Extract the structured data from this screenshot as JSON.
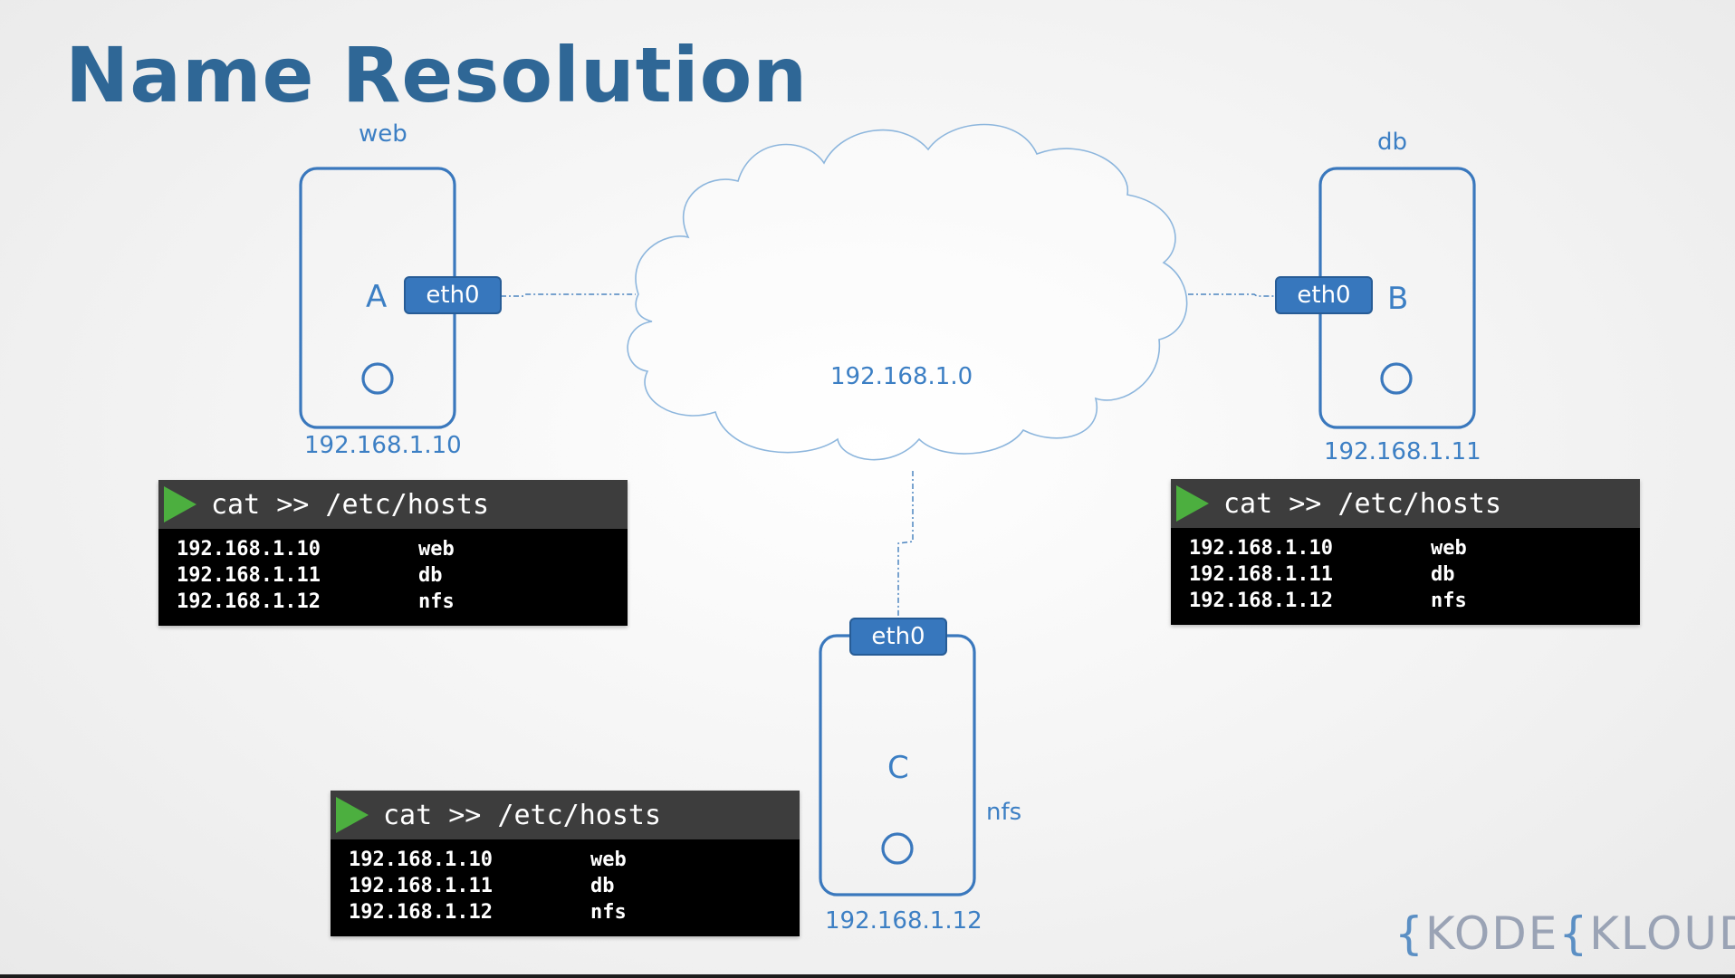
{
  "title": "Name Resolution",
  "network": {
    "ip": "192.168.1.0"
  },
  "hosts": {
    "a": {
      "name": "web",
      "letter": "A",
      "interface": "eth0",
      "ip": "192.168.1.10"
    },
    "b": {
      "name": "db",
      "letter": "B",
      "interface": "eth0",
      "ip": "192.168.1.11"
    },
    "c": {
      "name": "nfs",
      "letter": "C",
      "interface": "eth0",
      "ip": "192.168.1.12"
    }
  },
  "terminals": {
    "a": {
      "command": "cat >> /etc/hosts",
      "rows": [
        {
          "ip": "192.168.1.10",
          "host": "web"
        },
        {
          "ip": "192.168.1.11",
          "host": "db"
        },
        {
          "ip": "192.168.1.12",
          "host": "nfs"
        }
      ]
    },
    "b": {
      "command": "cat >> /etc/hosts",
      "rows": [
        {
          "ip": "192.168.1.10",
          "host": "web"
        },
        {
          "ip": "192.168.1.11",
          "host": "db"
        },
        {
          "ip": "192.168.1.12",
          "host": "nfs"
        }
      ]
    },
    "c": {
      "command": "cat >> /etc/hosts",
      "rows": [
        {
          "ip": "192.168.1.10",
          "host": "web"
        },
        {
          "ip": "192.168.1.11",
          "host": "db"
        },
        {
          "ip": "192.168.1.12",
          "host": "nfs"
        }
      ]
    }
  },
  "logo": {
    "left_bracket": "{",
    "part1": "KODE",
    "right_bracket": "{",
    "part2": "KLOUD"
  },
  "colors": {
    "accent": "#3777bd",
    "title": "#2f6796",
    "terminal_play": "#4caf3f"
  }
}
